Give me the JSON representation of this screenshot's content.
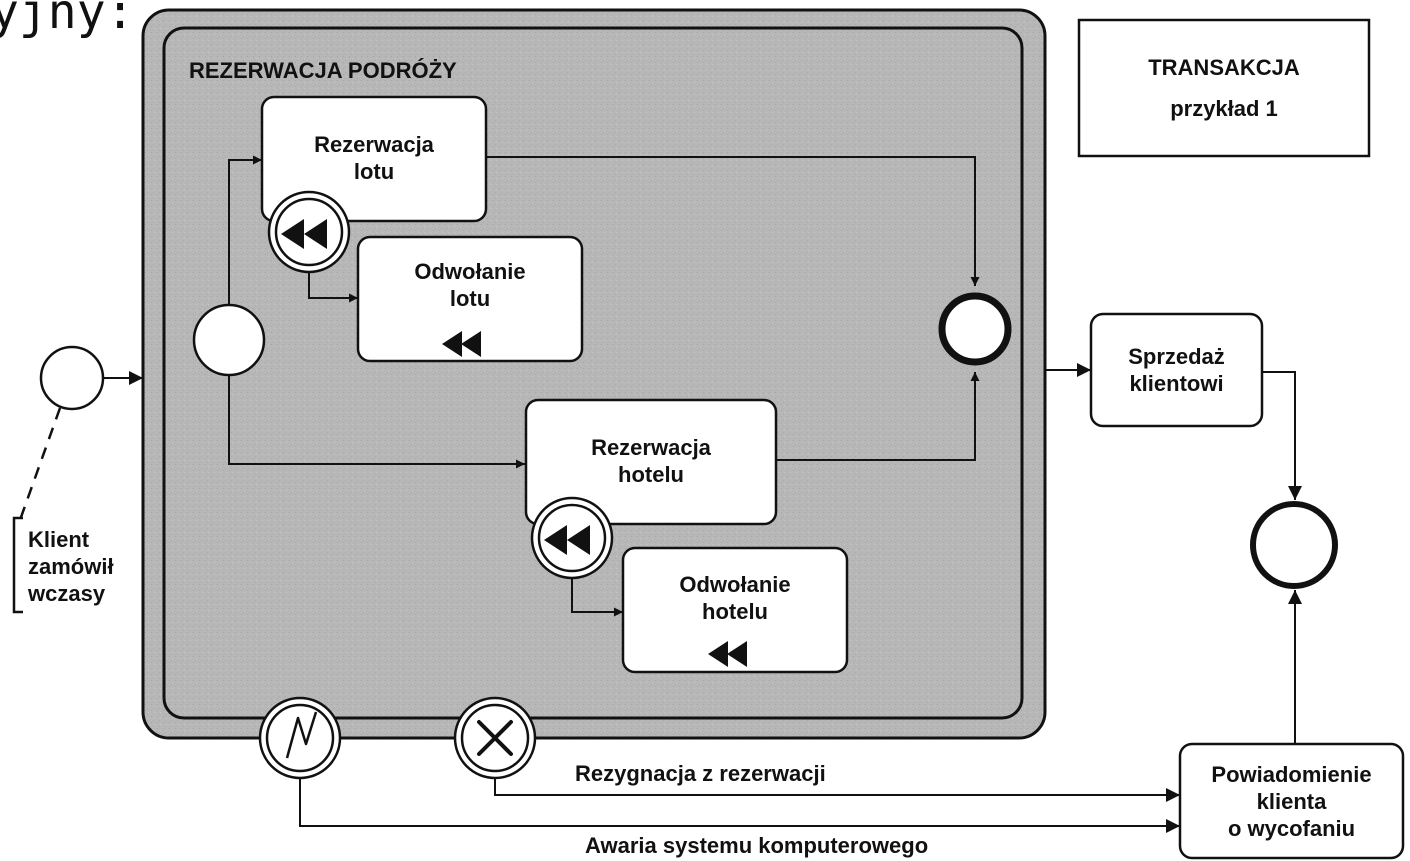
{
  "corner_text": "yjny:",
  "subprocess": {
    "title": "REZERWACJA PODRÓŻY"
  },
  "info_box": {
    "line1": "TRANSAKCJA",
    "line2": "przykład 1"
  },
  "tasks": {
    "flight_booking": {
      "line1": "Rezerwacja",
      "line2": "lotu"
    },
    "flight_cancel": {
      "line1": "Odwołanie",
      "line2": "lotu"
    },
    "hotel_booking": {
      "line1": "Rezerwacja",
      "line2": "hotelu"
    },
    "hotel_cancel": {
      "line1": "Odwołanie",
      "line2": "hotelu"
    },
    "sale": {
      "line1": "Sprzedaż",
      "line2": "klientowi"
    },
    "notify": {
      "line1": "Powiadomienie",
      "line2": "klienta",
      "line3": "o wycofaniu"
    }
  },
  "annotation": {
    "line1": "Klient",
    "line2": "zamówił",
    "line3": "wczasy"
  },
  "flows": {
    "cancel_label": "Rezygnacja z rezerwacji",
    "error_label": "Awaria systemu komputerowego"
  },
  "colors": {
    "subprocess_fill": "#b9b9b9",
    "stroke": "#111111",
    "background": "#ffffff"
  }
}
